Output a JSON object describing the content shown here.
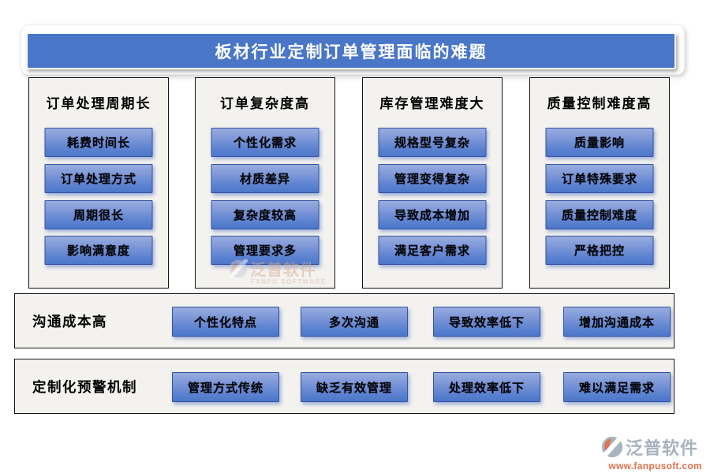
{
  "title": "板材行业定制订单管理面临的难题",
  "columns": [
    {
      "header": "订单处理周期长",
      "items": [
        "耗费时间长",
        "订单处理方式",
        "周期很长",
        "影响满意度"
      ]
    },
    {
      "header": "订单复杂度高",
      "items": [
        "个性化需求",
        "材质差异",
        "复杂度较高",
        "管理要求多"
      ]
    },
    {
      "header": "库存管理难度大",
      "items": [
        "规格型号复杂",
        "管理变得复杂",
        "导致成本增加",
        "满足客户需求"
      ]
    },
    {
      "header": "质量控制难度高",
      "items": [
        "质量影响",
        "订单特殊要求",
        "质量控制难度",
        "严格把控"
      ]
    }
  ],
  "rows": [
    {
      "label": "沟通成本高",
      "items": [
        "个性化特点",
        "多次沟通",
        "导致效率低下",
        "增加沟通成本"
      ]
    },
    {
      "label": "定制化预警机制",
      "items": [
        "管理方式传统",
        "缺乏有效管理",
        "处理效率低下",
        "难以满足需求"
      ]
    }
  ],
  "watermark": {
    "brand": "泛普软件",
    "subtitle": "FANPU SOFTWARE"
  },
  "footer": {
    "brand": "泛普软件",
    "url": "www.fanpusoft.com"
  },
  "colors": {
    "banner_blue": "#4a76c8",
    "chip_gradient_top": "#98addf",
    "chip_gradient_bottom": "#4c77ca",
    "chip_border": "#35539f",
    "panel_background": "#f3f2ef",
    "panel_border": "#141414",
    "brand_gray": "#a8b2bf",
    "brand_orange": "#e0714b"
  }
}
